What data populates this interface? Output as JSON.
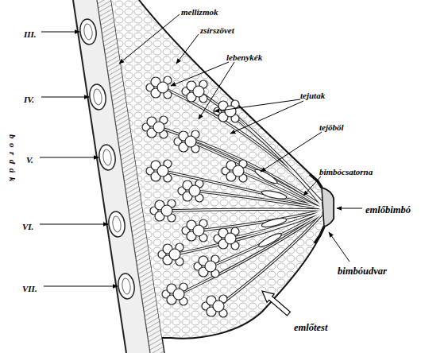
{
  "diagram": {
    "labels": [
      "mellizmok",
      "zsírszövet",
      "lebenykék",
      "tejutak",
      "tejöböl",
      "bimbócsatorna",
      "emlőbimbó",
      "bimbóudvar",
      "emlőtest",
      "III.",
      "IV.",
      "V.",
      "VI.",
      "VII.",
      "bordák"
    ]
  }
}
